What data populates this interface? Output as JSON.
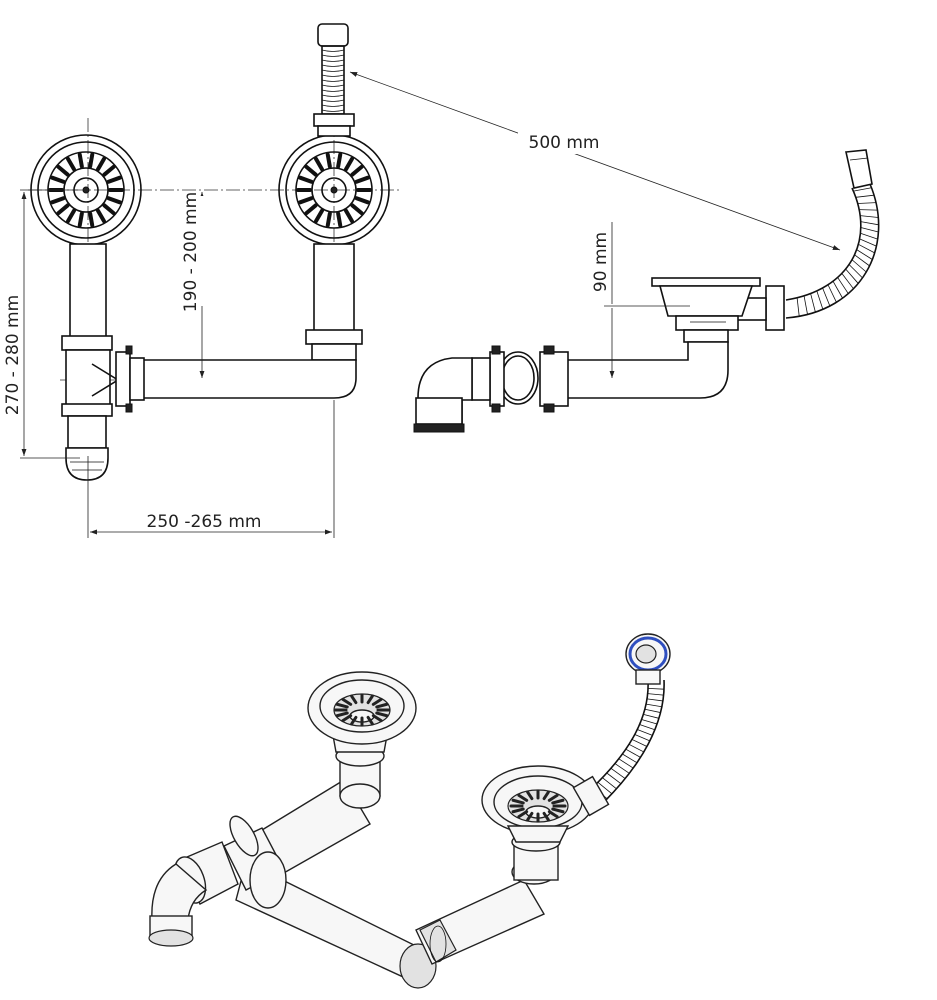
{
  "dimensions": {
    "height_total": "270 - 280 mm",
    "basket_to_pipe": "190 - 200 mm",
    "width": "250 -265 mm",
    "overflow_hose": "500 mm",
    "basket_depth": "90 mm"
  },
  "colors": {
    "line": "#111111",
    "overflow_ring": "#2f4fbf"
  }
}
